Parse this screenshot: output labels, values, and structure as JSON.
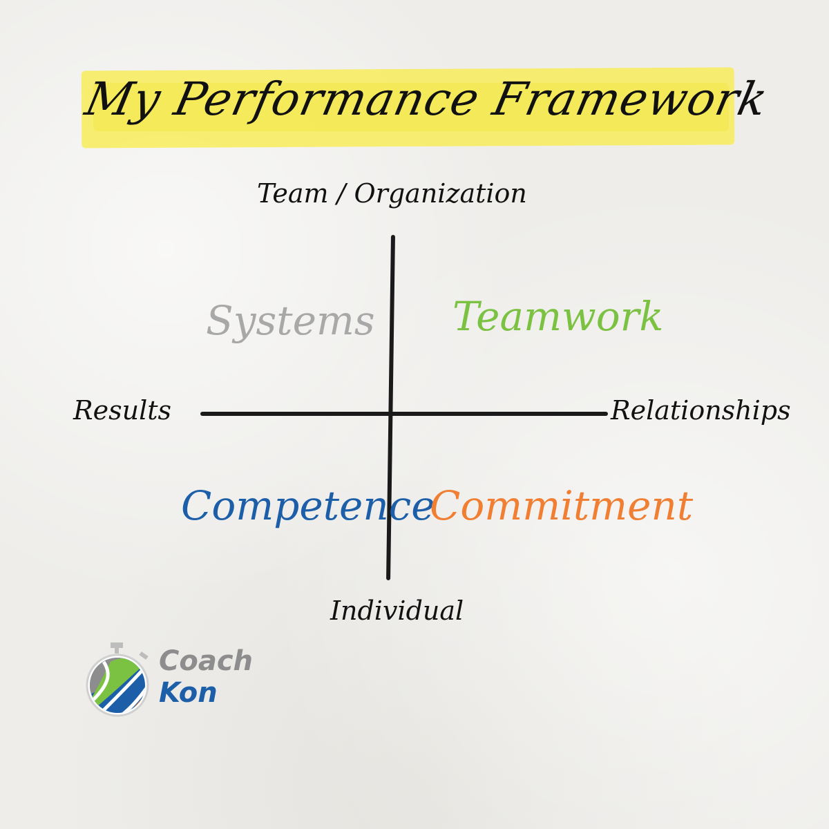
{
  "title": {
    "text": "My Performance Framework",
    "highlight_color": "#f7ec5a",
    "text_color": "#111111"
  },
  "axes": {
    "top": "Team / Organization",
    "bottom": "Individual",
    "left": "Results",
    "right": "Relationships",
    "line_color": "#1a1a1a"
  },
  "quadrants": [
    {
      "position": "top-left",
      "label": "Systems",
      "color": "#a8a8a8"
    },
    {
      "position": "top-right",
      "label": "Teamwork",
      "color": "#7cc242"
    },
    {
      "position": "bottom-left",
      "label": "Competence",
      "color": "#1d5ea8"
    },
    {
      "position": "bottom-right",
      "label": "Commitment",
      "color": "#f07f33"
    }
  ],
  "logo": {
    "line1": "Coach",
    "line2": "Kon",
    "colors": {
      "gray": "#8d8d8d",
      "green": "#7cc242",
      "blue": "#1d5ea8",
      "orange": "#f07f33"
    }
  }
}
